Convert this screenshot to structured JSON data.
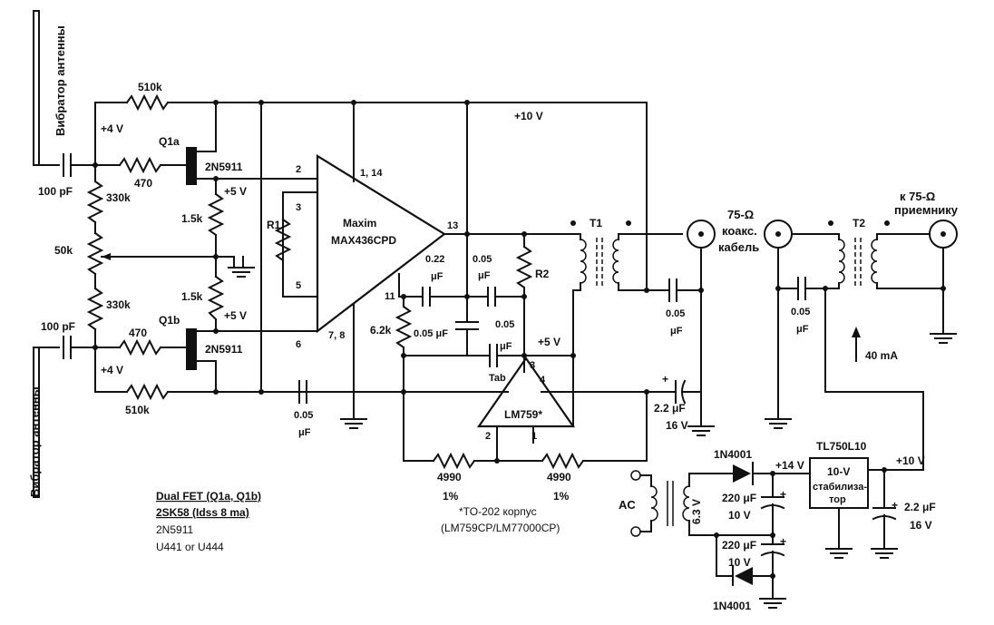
{
  "antennas": {
    "top": "Вибратор антенны",
    "bottom": "Вибратор антенны"
  },
  "components": {
    "r_top_feedback": "510k",
    "r_bottom_feedback": "510k",
    "c_top_input": "100 pF",
    "c_bottom_input": "100 pF",
    "r_top_gate": "470",
    "r_bottom_gate": "470",
    "r_top_bias": "330k",
    "r_bottom_bias": "330k",
    "pot": "50k",
    "r_top_drain": "1.5k",
    "r_bottom_drain": "1.5k",
    "q1a": "Q1a",
    "q1b": "Q1b",
    "q1a_part": "2N5911",
    "q1b_part": "2N5911",
    "opamp_name": "Maxim",
    "opamp_part": "MAX436CPD",
    "r1": "R1",
    "r2": "R2",
    "c_022": "0.22",
    "c_022_unit": "μF",
    "c_005a": "0.05",
    "c_005a_unit": "μF",
    "c_005b": "0.05 μF",
    "c_005c": "0.05",
    "c_005c_unit": "μF",
    "r_62k": "6.2k",
    "c_out": "0.05",
    "c_out_unit": "μF",
    "c_bottom": "0.05",
    "c_bottom_unit": "μF",
    "t1": "T1",
    "t2": "T2",
    "c_t2": "0.05",
    "c_t2_unit": "μF",
    "c_22a": "2.2 μF",
    "c_22a_v": "16 V",
    "lm759": "LM759*",
    "tab": "Tab",
    "r_4990a": "4990",
    "r_4990a_tol": "1%",
    "r_4990b": "4990",
    "r_4990b_tol": "1%",
    "tl750": "TL750L10",
    "reg_line1": "10-V",
    "reg_line2": "стабилиза-",
    "reg_line3": "тор",
    "d1": "1N4001",
    "d2": "1N4001",
    "c_220a": "220 μF",
    "c_220a_v": "10 V",
    "c_220b": "220 μF",
    "c_220b_v": "10 V",
    "c_22b": "2.2 μF",
    "c_22b_v": "16 V",
    "transformer_v": "6.3 V",
    "ac": "AC"
  },
  "pins": {
    "p2": "2",
    "p114": "1, 14",
    "p3": "3",
    "p5": "5",
    "p13": "13",
    "p11": "11",
    "p6": "6",
    "p78": "7, 8",
    "lm_p3": "3",
    "lm_p4": "4",
    "lm_p2": "2",
    "lm_p1": "1"
  },
  "voltages": {
    "v4_top": "+4 V",
    "v4_bottom": "+4 V",
    "v5_top": "+5 V",
    "v5_bottom": "+5 V",
    "v5_lm": "+5 V",
    "v10_rail": "+10 V",
    "v14": "+14 V",
    "v10_reg": "+10 V",
    "current": "40 mA"
  },
  "labels": {
    "coax_line1": "75-Ω",
    "coax_line2": "коакс.",
    "coax_line3": "кабель",
    "recv_line1": "к 75-Ω",
    "recv_line2": "приемнику"
  },
  "notes": {
    "fet_title": "Dual FET (Q1a, Q1b)",
    "fet_1": "2SK58 (Idss 8 ma)",
    "fet_2": "2N5911",
    "fet_3": "U441 or U444",
    "package_1": "*TO-202 корпус",
    "package_2": "(LM759CP/LM77000CP)"
  }
}
